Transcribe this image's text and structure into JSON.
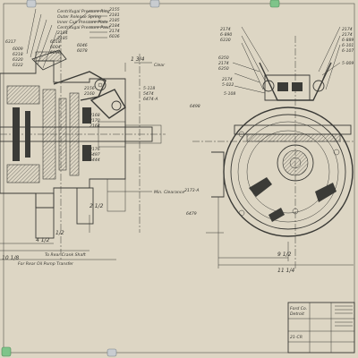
{
  "callouts": {
    "left_top_notes": [
      "Centrifugal Pressure Ring",
      "Outer Release Spring",
      "Inner Cup Pressure Plate",
      "Centrifugal Pressure Pawl",
      "2184",
      "2185"
    ],
    "left_top_parts": [
      "2155",
      "2181",
      "2185",
      "2184",
      "2174",
      "6036",
      "6018",
      "6004",
      "6086",
      "6046",
      "6078"
    ],
    "left_side_parts": [
      "6317",
      "6009",
      "6318",
      "6320",
      "6322"
    ],
    "left_mid_parts": [
      "2156",
      "2160",
      "2168",
      "2170",
      "2164",
      "2176",
      "6497",
      "6444"
    ],
    "left_mid_right_parts": [
      "5-118",
      "5474",
      "6474-A"
    ],
    "right_top_parts": [
      "2174",
      "6-890",
      "6330",
      "6350",
      "2174",
      "6350"
    ],
    "right_side_parts": [
      "2174",
      "5-022",
      "5-108",
      "6498",
      "2173-A",
      "6479"
    ],
    "right_top_right_parts": [
      "2174",
      "2174",
      "6-889",
      "6-101",
      "6-107",
      "5-009"
    ],
    "dimension_notes": [
      "Clear",
      "Min. Clearance",
      "To Rear Crank Shaft",
      "For Rear Oil Pump Transfer"
    ],
    "dimensions": [
      "4 1/2",
      "1 3/4",
      "9 1/2",
      "11 1/4",
      "10 1/8",
      "2 1/2",
      "1/2"
    ]
  },
  "title_block": {
    "label_lines": [
      "Ford Co.",
      "Detroit",
      "21-CR"
    ]
  },
  "colors": {
    "paper": "#ddd6c4",
    "ink": "#3a3a36",
    "binder_clip": "#c8ccd0",
    "binder_clip_green": "#7fc48a"
  }
}
